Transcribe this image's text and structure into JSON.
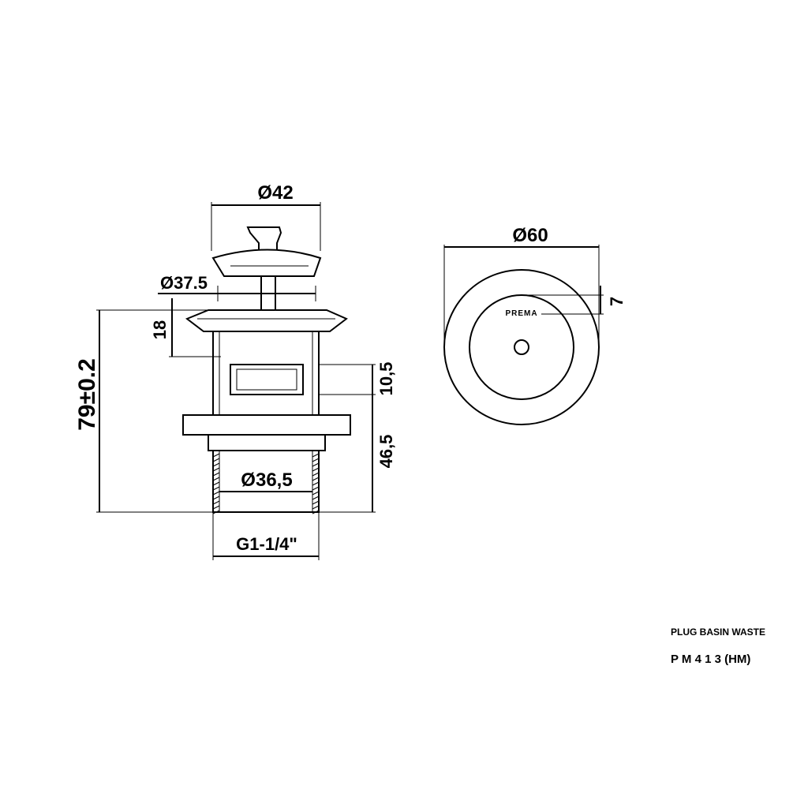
{
  "dimensions": {
    "flange_diameter": "Ø42",
    "cap_diameter": "Ø37.5",
    "height_18": "18",
    "overall_height": "79±0.2",
    "slot_height": "10,5",
    "lower_height": "46,5",
    "bore_diameter": "Ø36,5",
    "thread": "G1-1/4\"",
    "top_diameter": "Ø60",
    "ring_width": "7"
  },
  "logo_text": "PREMA",
  "title_block": {
    "product_name": "PLUG BASIN  WASTE",
    "product_code": "P M 4 1 3 (HM)"
  }
}
